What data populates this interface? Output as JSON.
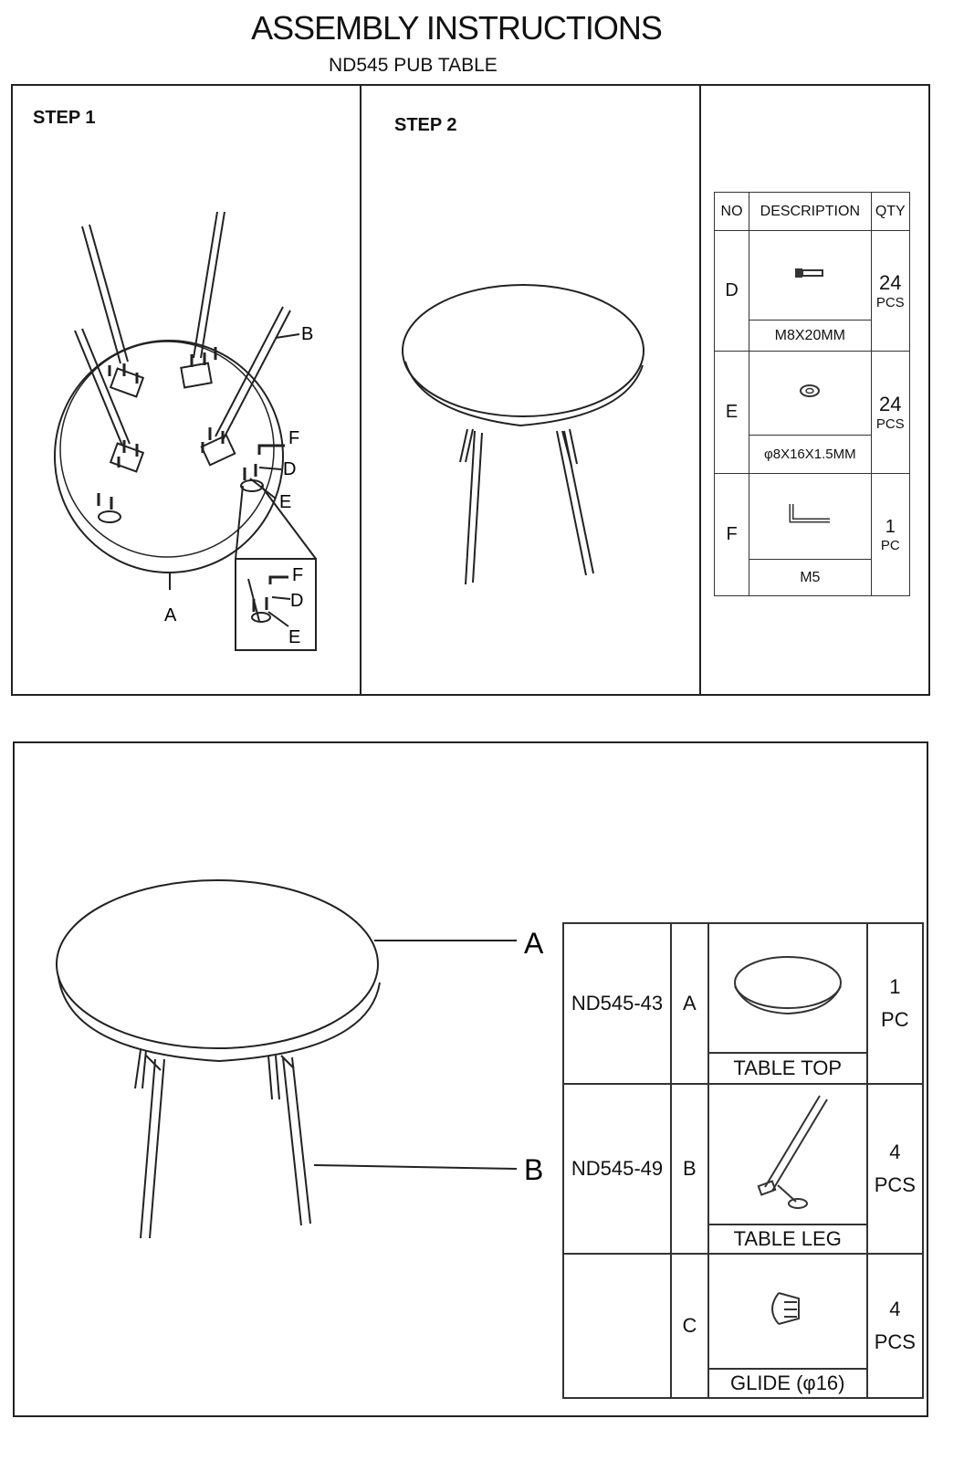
{
  "header": {
    "title": "ASSEMBLY INSTRUCTIONS",
    "subtitle": "ND545 PUB TABLE"
  },
  "steps": [
    {
      "label": "STEP 1"
    },
    {
      "label": "STEP 2"
    }
  ],
  "callouts": {
    "step1": [
      "A",
      "B",
      "D",
      "E",
      "F"
    ],
    "step1_inset": [
      "F",
      "D",
      "E"
    ]
  },
  "hardware_table": {
    "headers": [
      "NO",
      "DESCRIPTION",
      "QTY"
    ],
    "rows": [
      {
        "no": "D",
        "description": "M8X20MM",
        "qty": "24",
        "unit": "PCS",
        "icon": "bolt-icon"
      },
      {
        "no": "E",
        "description": "φ8X16X1.5MM",
        "qty": "24",
        "unit": "PCS",
        "icon": "washer-icon"
      },
      {
        "no": "F",
        "description": "M5",
        "qty": "1",
        "unit": "PC",
        "icon": "allen-key-icon"
      }
    ]
  },
  "overview": {
    "callouts": [
      "A",
      "B"
    ]
  },
  "parts_table": {
    "rows": [
      {
        "code": "ND545-43",
        "letter": "A",
        "name": "TABLE TOP",
        "qty": "1",
        "unit": "PC",
        "icon": "table-top-icon"
      },
      {
        "code": "ND545-49",
        "letter": "B",
        "name": "TABLE LEG",
        "qty": "4",
        "unit": "PCS",
        "icon": "table-leg-icon"
      },
      {
        "code": "",
        "letter": "C",
        "name": "GLIDE (φ16)",
        "qty": "4",
        "unit": "PCS",
        "icon": "glide-icon"
      }
    ]
  }
}
